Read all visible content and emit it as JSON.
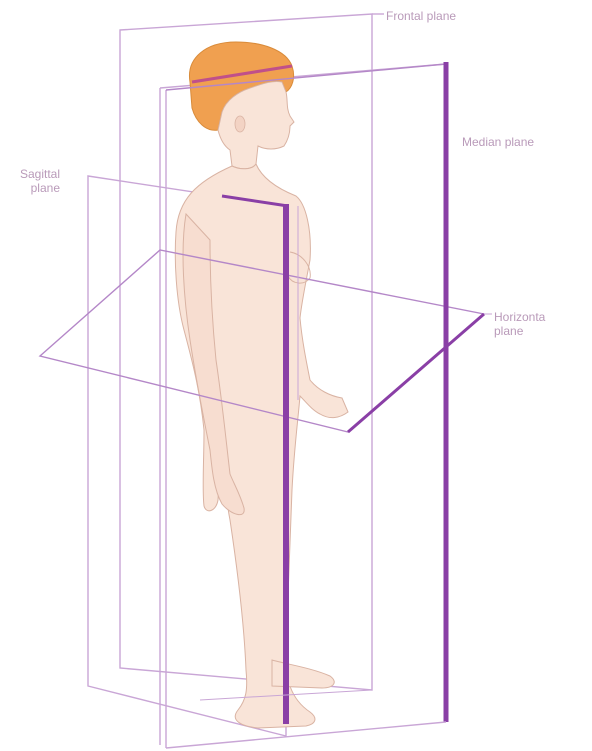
{
  "labels": {
    "frontal": "Frontal plane",
    "median": "Median plane",
    "sagittal_line1": "Sagittal",
    "sagittal_line2": "plane",
    "horizontal_line1": "Horizonta",
    "horizontal_line2": "plane"
  },
  "colors": {
    "plane_outline": "#b487c8",
    "plane_dark": "#8a3fa6",
    "skin": "#f9e4d8",
    "skin_outline": "#d9b3a3",
    "hair": "#f0a050",
    "label_text": "#b99ab9"
  }
}
